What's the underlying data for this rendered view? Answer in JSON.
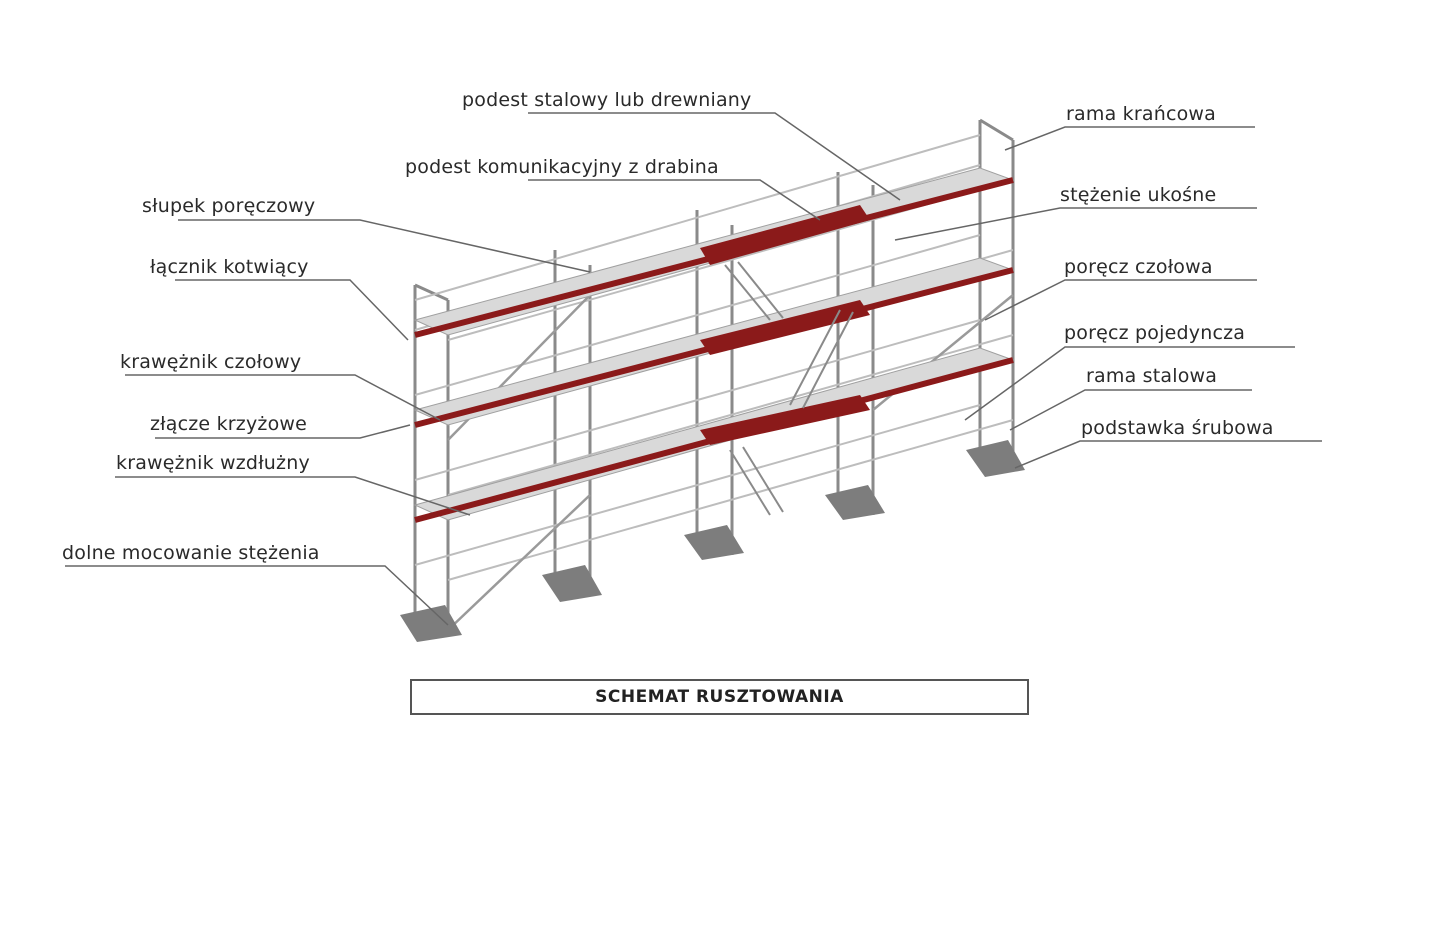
{
  "caption": "SCHEMAT RUSZTOWANIA",
  "labels": {
    "podest_stalowy": "podest stalowy lub drewniany",
    "podest_komunikacyjny": "podest komunikacyjny z drabina",
    "slupek": "słupek poręczowy",
    "lacznik": "łącznik kotwiący",
    "krawęznik_czolowy": "krawężnik czołowy",
    "zlacze": "złącze  krzyżowe",
    "krawęznik_wzdluzny": "krawężnik wzdłużny",
    "dolne": "dolne mocowanie stężenia",
    "rama_koncowa": "rama krańcowa",
    "stezenie": "stężenie ukośne",
    "porecz_czolowa": "poręcz czołowa",
    "porecz_pojedyncza": "poręcz pojedyncza",
    "rama_stalowa": "rama stalowa",
    "podstawka": "podstawka śrubowa"
  },
  "colors": {
    "red_platform": "#8b1a1a",
    "deck": "#d9d9d9",
    "steel": "#8a8a8a",
    "base": "#7d7d7d"
  }
}
